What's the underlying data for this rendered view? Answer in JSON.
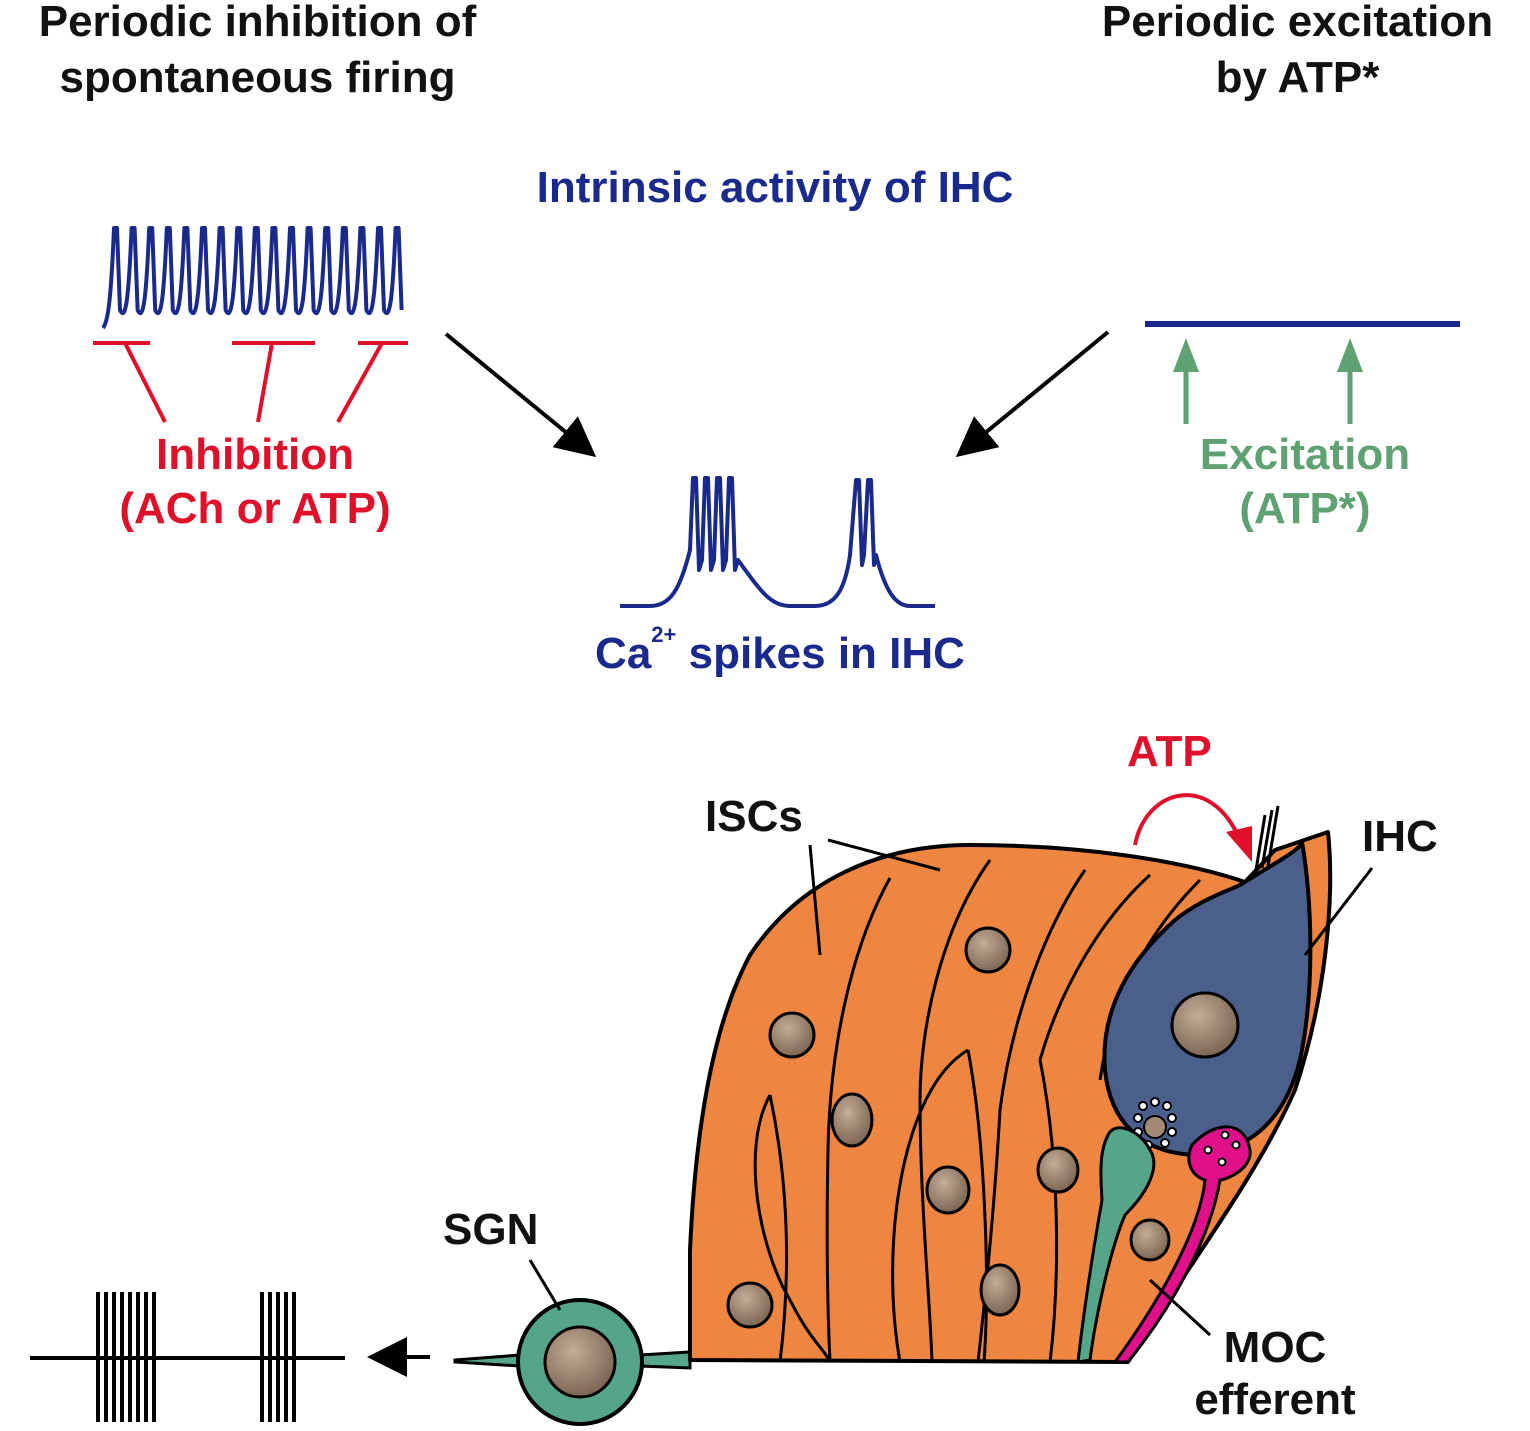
{
  "headings": {
    "left_line1": "Periodic inhibition of",
    "left_line2": "spontaneous firing",
    "right_line1": "Periodic excitation",
    "right_line2": "by ATP*"
  },
  "intrinsic_title": "Intrinsic activity of IHC",
  "inhibition": {
    "line1": "Inhibition",
    "line2": "(ACh or ATP)"
  },
  "excitation": {
    "line1": "Excitation",
    "line2": "(ATP*)"
  },
  "spikes_label": {
    "prefix": "Ca",
    "sup": "2+",
    "suffix": " spikes in IHC"
  },
  "cell_labels": {
    "atp": "ATP",
    "iscs": "ISCs",
    "ihc": "IHC",
    "sgn": "SGN",
    "moc_line1": "MOC",
    "moc_line2": "efferent"
  },
  "colors": {
    "trace_blue": "#1a2a8c",
    "inhibition_red": "#e0102a",
    "excitation_green": "#5fa172",
    "isc_orange": "#ee8540",
    "ihc_blue": "#4a5f8c",
    "sgn_teal": "#55a58a",
    "moc_magenta": "#e0108a",
    "nucleus_brown": "#a38a75"
  }
}
